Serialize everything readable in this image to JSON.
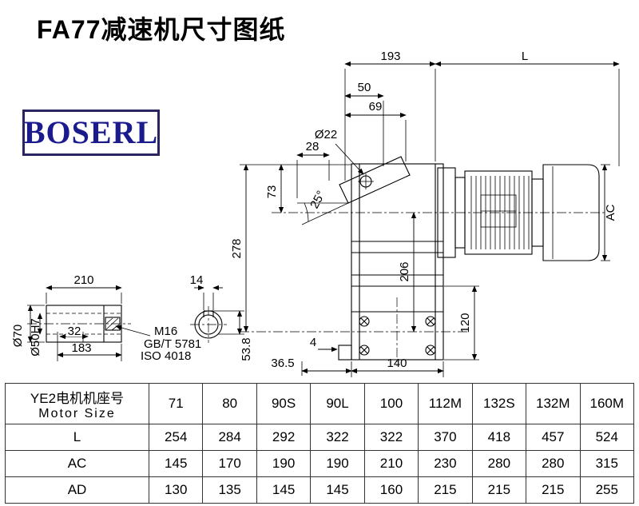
{
  "title": "FA77减速机尺寸图纸",
  "logo": {
    "text": "BOSERL"
  },
  "drawing": {
    "d193": "193",
    "dL": "L",
    "d50": "50",
    "d69": "69",
    "d22": "Ø22",
    "d28": "28",
    "d73": "73",
    "a25": "25°",
    "d278": "278",
    "d206": "206",
    "ac": "AC",
    "d120": "120",
    "d4": "4",
    "d36p5": "36.5",
    "d140": "140",
    "d210": "210",
    "d14": "14",
    "d32": "32",
    "d183": "183",
    "d70": "Ø70",
    "d50h7": "Ø50H7",
    "m16": "M16",
    "gb": "GB/T 5781",
    "iso": "ISO 4018",
    "d53p8": "53.8"
  },
  "table": {
    "header_cn": "YE2电机机座号",
    "header_en": "Motor Size",
    "columns": [
      "71",
      "80",
      "90S",
      "90L",
      "100",
      "112M",
      "132S",
      "132M",
      "160M"
    ],
    "rows": [
      {
        "label": "L",
        "values": [
          "254",
          "284",
          "292",
          "322",
          "322",
          "370",
          "418",
          "457",
          "524"
        ]
      },
      {
        "label": "AC",
        "values": [
          "145",
          "170",
          "190",
          "190",
          "210",
          "230",
          "280",
          "280",
          "315"
        ]
      },
      {
        "label": "AD",
        "values": [
          "130",
          "135",
          "145",
          "145",
          "160",
          "215",
          "215",
          "215",
          "255"
        ]
      }
    ]
  }
}
